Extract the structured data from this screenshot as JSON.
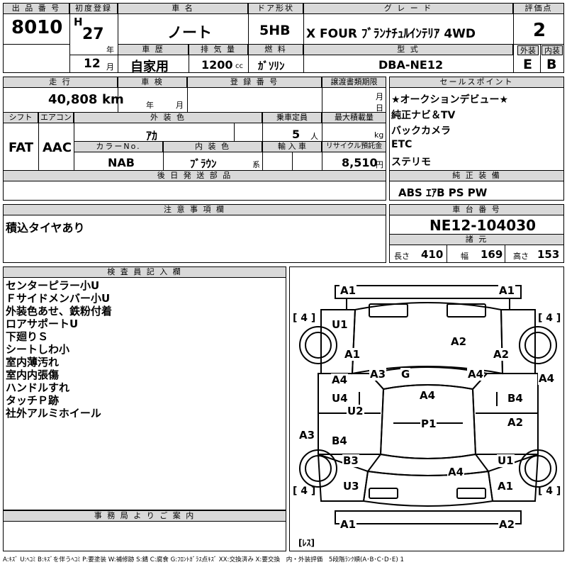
{
  "header": {
    "lot_label": "出 品 番 号",
    "lot": "8010",
    "first_reg_label": "初度登録",
    "era": "H",
    "year": "27",
    "year_unit": "年",
    "month": "12",
    "month_unit": "月",
    "car_name_label": "車 名",
    "car_name": "ノート",
    "door_label": "ドア形状",
    "door": "5HB",
    "grade_label": "グ レ ー ド",
    "grade": "X FOUR ﾌﾞﾗﾝﾅﾁｭﾙｲﾝﾃﾘｱ 4WD",
    "score_label": "評価点",
    "score": "2",
    "history_label": "車 歴",
    "history": "自家用",
    "displacement_label": "排 気 量",
    "displacement": "1200",
    "displacement_unit": "cc",
    "fuel_label": "燃 料",
    "fuel": "ｶﾞｿﾘﾝ",
    "model_label": "型 式",
    "model": "DBA-NE12",
    "ext_grade_label": "外装",
    "ext_grade": "E",
    "int_grade_label": "内装",
    "int_grade": "B"
  },
  "info": {
    "mileage_label": "走 行",
    "mileage": "40,808",
    "mileage_unit": "km",
    "inspection_label": "車 検",
    "insp_year_unit": "年",
    "insp_month_unit": "月",
    "reg_no_label": "登 録 番 号",
    "transfer_label": "譲渡書類期限",
    "transfer_month_unit": "月",
    "transfer_day_unit": "日",
    "shift_label": "シフト",
    "shift": "FAT",
    "ac_label": "エアコン",
    "ac": "AAC",
    "ext_color_label": "外 装 色",
    "ext_color": "ｱｶ",
    "capacity_label": "乗車定員",
    "capacity": "5",
    "capacity_unit": "人",
    "max_load_label": "最大積載量",
    "max_load_unit": "kg",
    "color_no_label": "カラーNo.",
    "color_no": "NAB",
    "int_color_label": "内 装 色",
    "int_color": "ﾌﾞﾗｳﾝ",
    "int_color_unit": "系",
    "import_label": "輸 入 車",
    "recycle_label": "リサイクル預託金",
    "recycle": "8,510",
    "recycle_unit": "円",
    "later_parts_label": "後 日 発 送 部 品"
  },
  "selling_points": {
    "label": "セールスポイント",
    "items": [
      "★オークションデビュー★",
      "純正ナビ＆TV",
      "バックカメラ",
      "ETC",
      "ステリモ"
    ]
  },
  "equipment": {
    "label": "純 正 装 備",
    "value": "ABS ｴｱB PS PW"
  },
  "notes": {
    "label": "注 意 事 項 欄",
    "value": "積込タイヤあり"
  },
  "chassis": {
    "label": "車 台 番 号",
    "value": "NE12-104030",
    "dims_label": "諸 元",
    "length_label": "長さ",
    "length": "410",
    "width_label": "幅",
    "width": "169",
    "height_label": "高さ",
    "height": "153"
  },
  "inspector": {
    "label": "検 査 員 記 入 欄",
    "lines": [
      "センターピラー小U",
      "Ｆサイドメンバー小U",
      "外装色あせ、鉄粉付着",
      "ロアサポートU",
      "下廻りＳ",
      "シートしわ小",
      "室内薄汚れ",
      "室内内張傷",
      "ハンドルすれ",
      "タッチＰ跡",
      "社外アルミホイール"
    ]
  },
  "office": {
    "label": "事 務 局 よ り ご 案 内"
  },
  "diagram": {
    "marks": [
      "A1",
      "A1",
      "U1",
      "A2",
      "A1",
      "A2",
      "A3",
      "G",
      "A4",
      "A4",
      "A4",
      "A4",
      "U4",
      "U2",
      "A4",
      "B4",
      "A3",
      "B4",
      "P1",
      "A2",
      "B3",
      "A4",
      "U1",
      "U3",
      "A1",
      "A1",
      "A2"
    ],
    "tire_marks": [
      "[ 4 ]",
      "[ 4 ]",
      "[ 4 ]",
      "[ 4 ]"
    ],
    "spare_mark": "[ﾚｽ]"
  },
  "legend": "A:ｷｽﾞ U:ﾍｺﾐ B:ｷｽﾞを伴うﾍｺﾐ P:要塗装 W:補修跡 S:錆 C:腐食 G:ﾌﾛﾝﾄｶﾞﾗｽ点ｷｽﾞ XX:交換済み X:要交換　内・外装評価　5段階ﾗﾝｸ順(A･B･C･D･E) 1"
}
